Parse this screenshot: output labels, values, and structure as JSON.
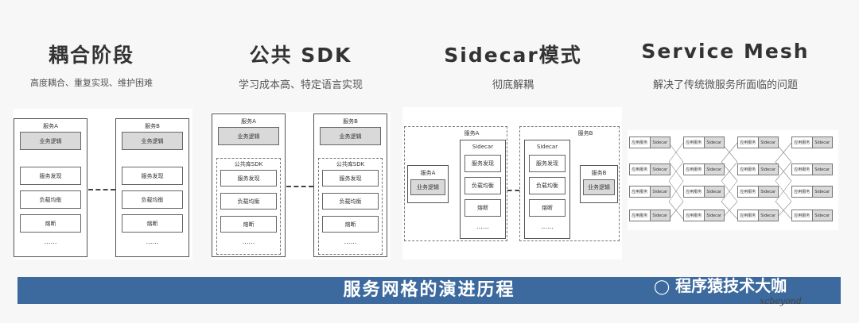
{
  "stages": [
    {
      "title": "耦合阶段",
      "subtitle": "高度耦合、重复实现、维护困难"
    },
    {
      "title": "公共 SDK",
      "subtitle": "学习成本高、特定语言实现"
    },
    {
      "title": "Sidecar模式",
      "subtitle": "彻底解耦"
    },
    {
      "title": "Service Mesh",
      "subtitle": "解决了传统微服务所面临的问题"
    }
  ],
  "d1": {
    "svcA": "服务A",
    "svcB": "服务B",
    "logic": "业务逻辑",
    "discovery": "服务发现",
    "lb": "负载均衡",
    "breaker": "熔断",
    "more": "……"
  },
  "d2": {
    "svcA": "服务A",
    "svcB": "服务B",
    "logic": "业务逻辑",
    "sdk": "公共库SDK",
    "discovery": "服务发现",
    "lb": "负载均衡",
    "breaker": "熔断",
    "more": "……"
  },
  "d3": {
    "svcA": "服务A",
    "svcB": "服务B",
    "logic": "业务逻辑",
    "sidecar": "Sidecar",
    "discovery": "服务发现",
    "lb": "负载均衡",
    "breaker": "熔断",
    "more": "……"
  },
  "d4": {
    "app": "应用服务",
    "sidecar": "Sidecar"
  },
  "banner": "服务网格的演进历程",
  "watermark": {
    "name": "程序猿技术大咖",
    "handle": "xcbeyond"
  }
}
